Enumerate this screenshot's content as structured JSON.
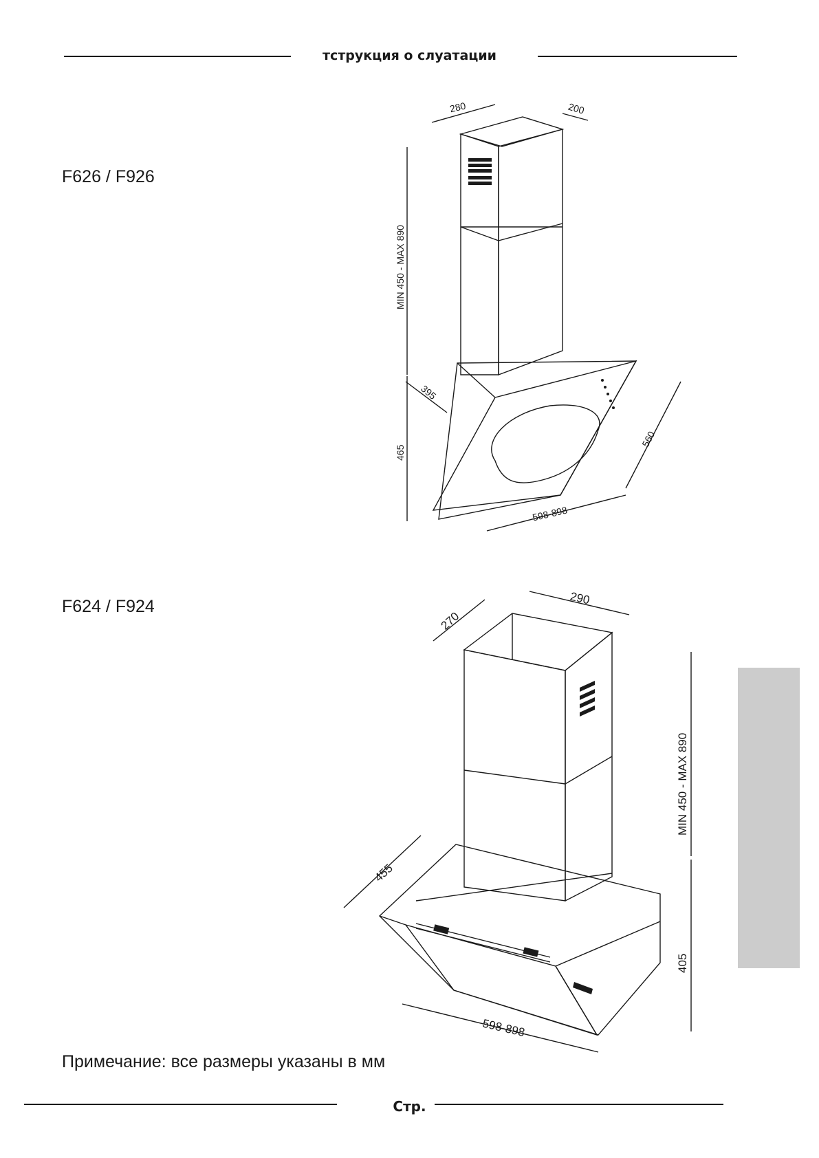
{
  "header": {
    "title": "тструкция о  слуатации"
  },
  "models": {
    "top": {
      "label": "F626 / F926",
      "dims": {
        "width_top": "280",
        "depth_top": "200",
        "height": "MIN 450 - MAX 890",
        "hood_depth": "395",
        "hood_height": "465",
        "hood_side": "560",
        "width": "598-898"
      }
    },
    "bottom": {
      "label": "F624 / F924",
      "dims": {
        "depth_top": "270",
        "width_top": "290",
        "height": "MIN 450 - MAX 890",
        "hood_depth": "455",
        "hood_height": "405",
        "width": "598-898"
      }
    }
  },
  "note": "Примечание: все размеры указаны в мм",
  "footer": {
    "page_label": "Стр."
  },
  "colors": {
    "line": "#1a1a1a",
    "tab": "#cccccc"
  }
}
